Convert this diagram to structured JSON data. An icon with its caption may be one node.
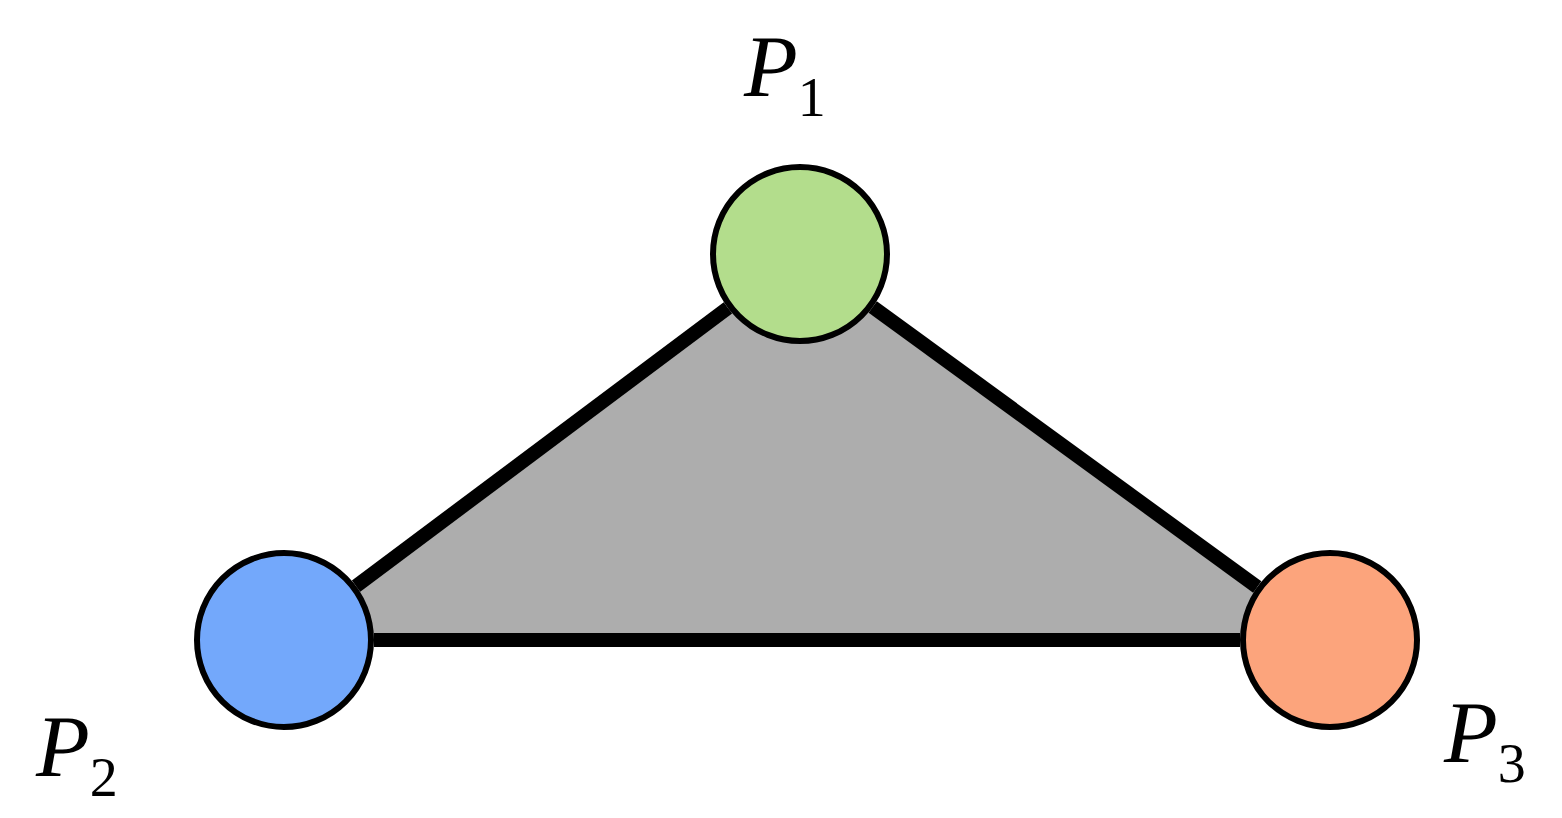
{
  "diagram": {
    "nodes": [
      {
        "text": [],
        "shape": "circle",
        "beside": [
          "*P*$_{1}$"
        ]
      },
      {
        "text": [],
        "shape": "circle",
        "beside": [
          "*P*$_{2}$"
        ]
      },
      {
        "text": [],
        "shape": "circle",
        "beside": [
          "*P*$_{3}$"
        ]
      }
    ],
    "edges": [
      {
        "from": 0,
        "to": 1,
        "arrow": "none"
      },
      {
        "from": 1,
        "to": 2,
        "arrow": "none"
      },
      {
        "from": 2,
        "to": 0,
        "arrow": "none"
      }
    ]
  }
}
